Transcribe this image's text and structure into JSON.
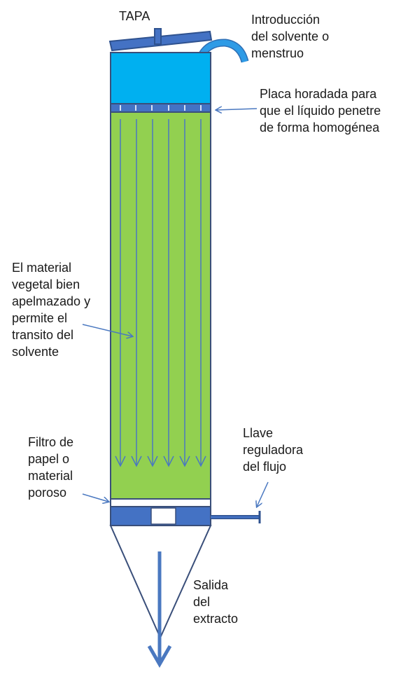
{
  "labels": {
    "tapa": "TAPA",
    "solvente": "Introducción\ndel solvente o\nmenstruo",
    "placa": "Placa horadada para\nque el líquido penetre\nde forma homogénea",
    "material": "El material\nvegetal bien\napelmazado y\npermite el\ntransito del\nsolvente",
    "filtro": "Filtro de\npapel o\nmaterial\nporoso",
    "llave": "Llave\nreguladora\ndel flujo",
    "salida": "Salida\ndel\nextracto"
  },
  "colors": {
    "outline": "#3a4f7a",
    "lid": "#4472c4",
    "solvent_chamber": "#00b0f0",
    "plant_material": "#92d050",
    "plate": "#4472c4",
    "arrow": "#4a78c0",
    "pipe": "#2e9be6"
  },
  "icons": {
    "flow_arrow": "down-arrow-icon",
    "pointer": "pointer-arrow-icon"
  }
}
